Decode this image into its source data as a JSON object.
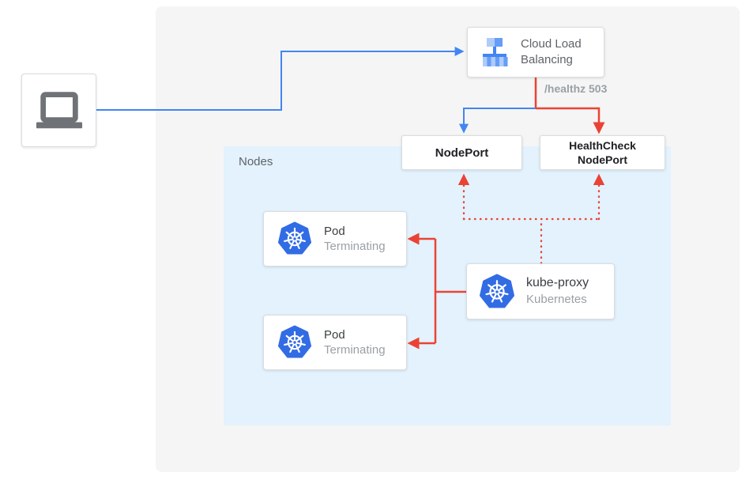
{
  "diagram": {
    "title": "Kubernetes external load balancer health-check diagram",
    "nodes_group": {
      "label": "Nodes"
    },
    "client": {
      "icon": "laptop-icon"
    },
    "cloud_load_balancing": {
      "icon": "cloud-load-balancing-icon",
      "line1": "Cloud Load",
      "line2": "Balancing"
    },
    "health_check_path": {
      "label": "/healthz 503"
    },
    "node_port": {
      "label": "NodePort"
    },
    "health_check_node_port": {
      "line1": "HealthCheck",
      "line2": "NodePort"
    },
    "pods": [
      {
        "icon": "kubernetes-icon",
        "title": "Pod",
        "status": "Terminating"
      },
      {
        "icon": "kubernetes-icon",
        "title": "Pod",
        "status": "Terminating"
      }
    ],
    "kube_proxy": {
      "icon": "kubernetes-icon",
      "title": "kube-proxy",
      "subtitle": "Kubernetes"
    },
    "colors": {
      "traffic_blue": "#4285f4",
      "error_red": "#ea4335",
      "kubernetes_blue": "#326ce5",
      "load_balancer_blue_light": "#aecbfa",
      "load_balancer_blue_mid": "#669df6",
      "nodes_bg": "#e3f2fd",
      "panel_bg": "#f5f5f5",
      "laptop_gray": "#6f7377",
      "text_dark": "#3c4043",
      "text_gray": "#9aa0a6",
      "border_gray": "#dadce0"
    }
  }
}
